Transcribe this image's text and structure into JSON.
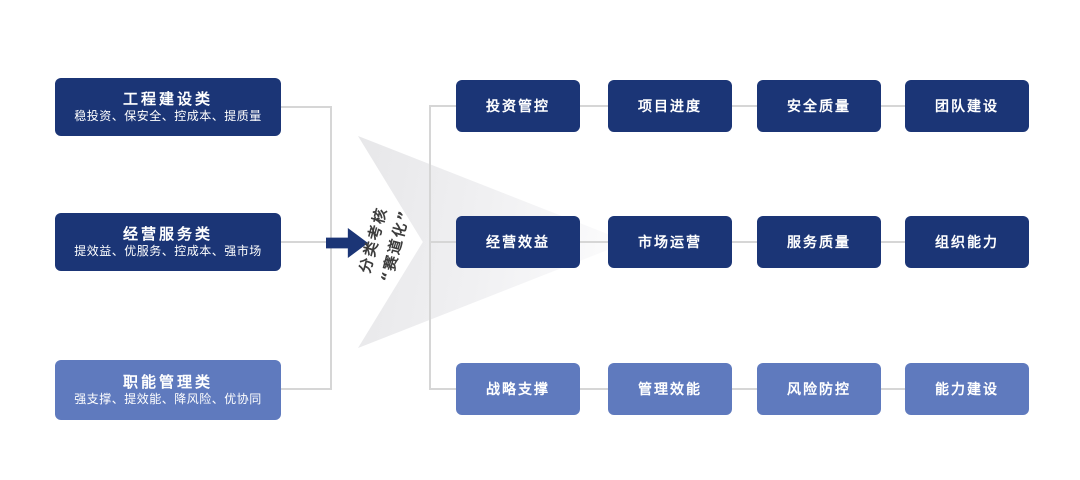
{
  "left_categories": [
    {
      "title": "工程建设类",
      "subtitle": "稳投资、保安全、控成本、提质量",
      "tone": "dark"
    },
    {
      "title": "经营服务类",
      "subtitle": "提效益、优服务、控成本、强市场",
      "tone": "dark"
    },
    {
      "title": "职能管理类",
      "subtitle": "强支撑、提效能、降风险、优协同",
      "tone": "light"
    }
  ],
  "center": {
    "line1": "分类考核",
    "line2": "“赛道化”"
  },
  "rows": [
    {
      "tone": "dark",
      "items": [
        "投资管控",
        "项目进度",
        "安全质量",
        "团队建设"
      ]
    },
    {
      "tone": "dark",
      "items": [
        "经营效益",
        "市场运营",
        "服务质量",
        "组织能力"
      ]
    },
    {
      "tone": "light",
      "items": [
        "战略支撑",
        "管理效能",
        "风险防控",
        "能力建设"
      ]
    }
  ],
  "colors": {
    "dark": "#1b3576",
    "light": "#5f7abe",
    "line": "#d6d6d6",
    "label_text": "#3d3d3d",
    "background": "#ffffff"
  }
}
